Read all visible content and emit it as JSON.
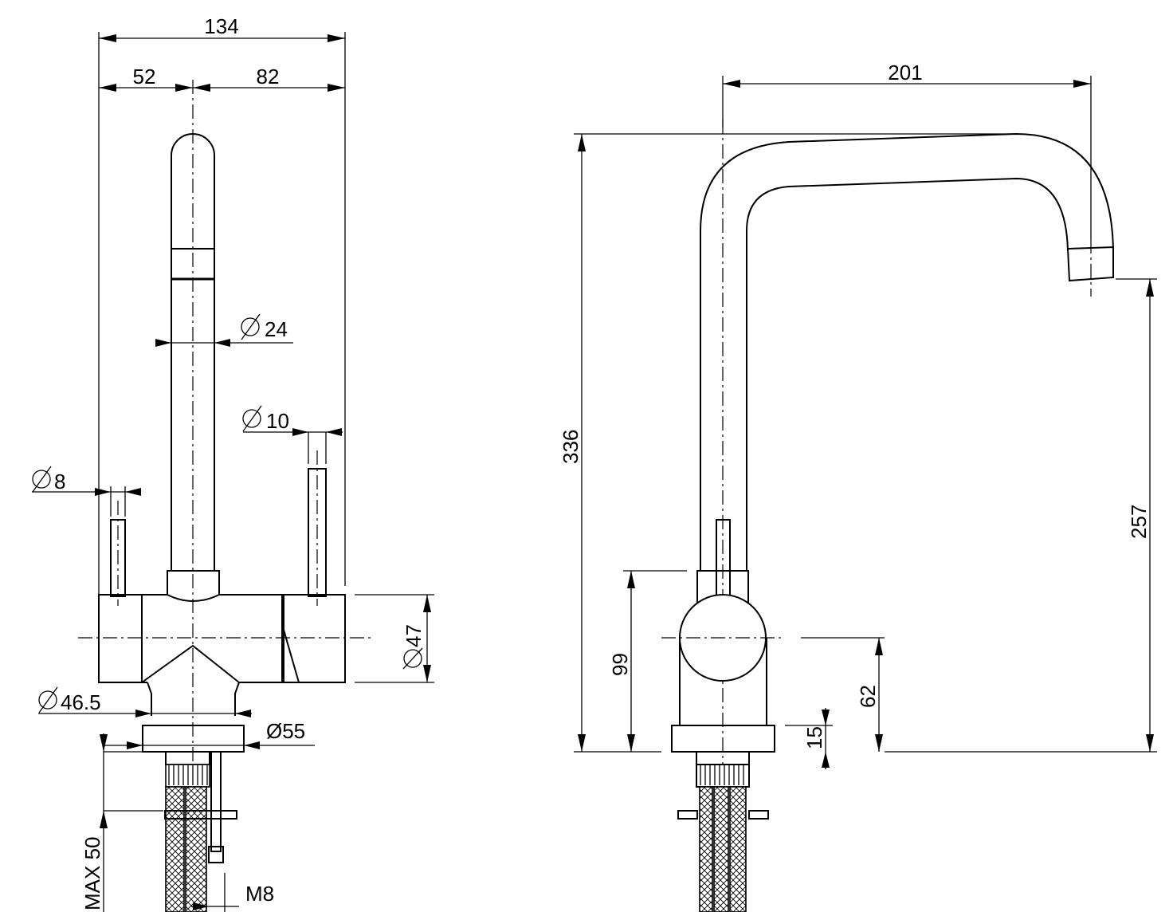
{
  "front_view": {
    "dims": {
      "overall_width": "134",
      "left_offset": "52",
      "right_offset": "82",
      "spout_diameter": "24",
      "right_lever_diameter": "10",
      "left_lever_diameter": "8",
      "body_diameter": "47",
      "neck_diameter": "46.5",
      "base_diameter": "Ø55",
      "max_thickness": "MAX 50",
      "thread": "M8"
    }
  },
  "side_view": {
    "dims": {
      "spout_reach": "201",
      "total_height": "336",
      "outlet_height": "257",
      "lever_height": "99",
      "body_axis_height": "62",
      "base_height": "15"
    }
  },
  "symbols": {
    "diameter": "Ø"
  }
}
